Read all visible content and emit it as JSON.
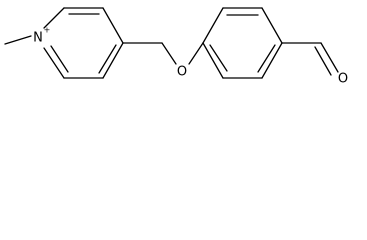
{
  "structure": {
    "atoms": {
      "nitrogen": "N",
      "nitrogen_charge": "+",
      "ether_oxygen": "O",
      "aldehyde_oxygen": "O"
    }
  }
}
